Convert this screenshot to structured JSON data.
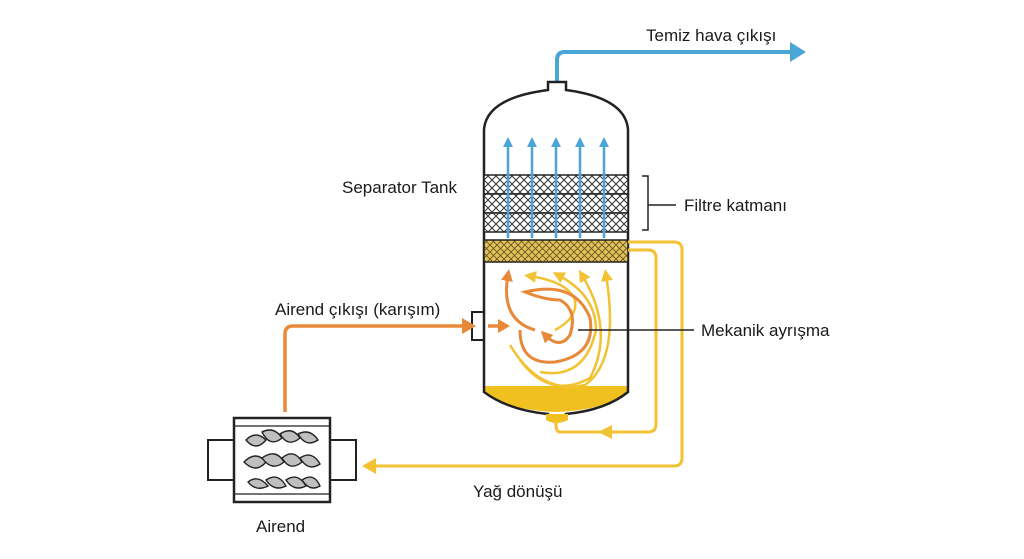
{
  "labels": {
    "clean_air_outlet": "Temiz hava çıkışı",
    "separator_tank": "Separator Tank",
    "filter_layer": "Filtre katmanı",
    "airend_outlet": "Airend çıkışı (karışım)",
    "mechanical_separation": "Mekanik ayrışma",
    "oil_return": "Yağ dönüşü",
    "airend": "Airend"
  },
  "colors": {
    "air": "#4aa6d6",
    "mixture": "#e8893a",
    "oil": "#f2c232",
    "oil_pool": "#f0c020",
    "coalescer": "#e2c25a",
    "tank_outline": "#222222",
    "mesh": "#333333",
    "leader": "#222222"
  }
}
